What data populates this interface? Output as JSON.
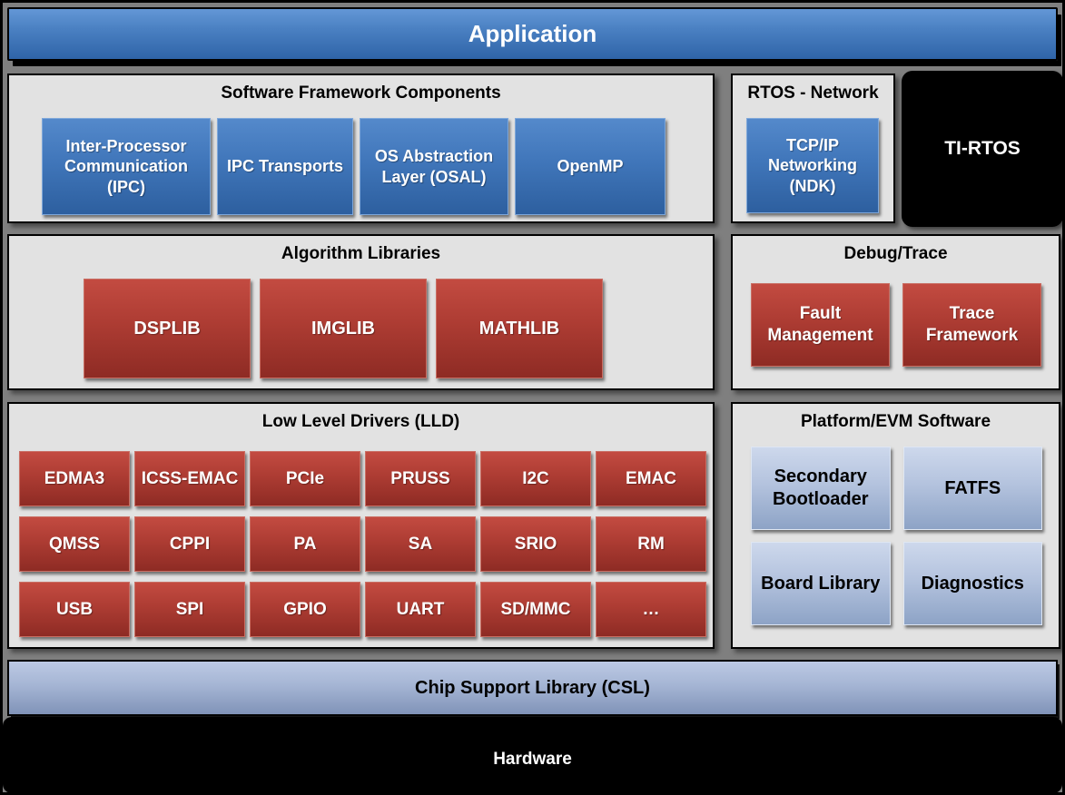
{
  "colors": {
    "canvas_gray": "#7f7f7f",
    "panel_bg": "#e2e2e2",
    "accent_blue": "#3a70b0",
    "accent_red": "#a93a31",
    "accent_light_blue": "#aebfdb",
    "banner_black": "#000000"
  },
  "application": {
    "label": "Application"
  },
  "panels": {
    "software_framework": {
      "title": "Software Framework Components",
      "items": [
        "Inter-Processor Communication (IPC)",
        "IPC Transports",
        "OS Abstraction Layer (OSAL)",
        "OpenMP"
      ]
    },
    "rtos_network": {
      "title": "RTOS - Network",
      "items": [
        "TCP/IP Networking (NDK)"
      ]
    },
    "ti_rtos": {
      "label": "TI-RTOS"
    },
    "algorithm_libraries": {
      "title": "Algorithm Libraries",
      "items": [
        "DSPLIB",
        "IMGLIB",
        "MATHLIB"
      ]
    },
    "debug_trace": {
      "title": "Debug/Trace",
      "items": [
        "Fault Management",
        "Trace Framework"
      ]
    },
    "lld": {
      "title": "Low Level Drivers (LLD)",
      "items": [
        "EDMA3",
        "ICSS-EMAC",
        "PCIe",
        "PRUSS",
        "I2C",
        "EMAC",
        "QMSS",
        "CPPI",
        "PA",
        "SA",
        "SRIO",
        "RM",
        "USB",
        "SPI",
        "GPIO",
        "UART",
        "SD/MMC",
        "…"
      ]
    },
    "platform_evm": {
      "title": "Platform/EVM Software",
      "items": [
        "Secondary Bootloader",
        "FATFS",
        "Board Library",
        "Diagnostics"
      ]
    }
  },
  "csl": {
    "label": "Chip Support Library (CSL)"
  },
  "hardware": {
    "label": "Hardware"
  }
}
